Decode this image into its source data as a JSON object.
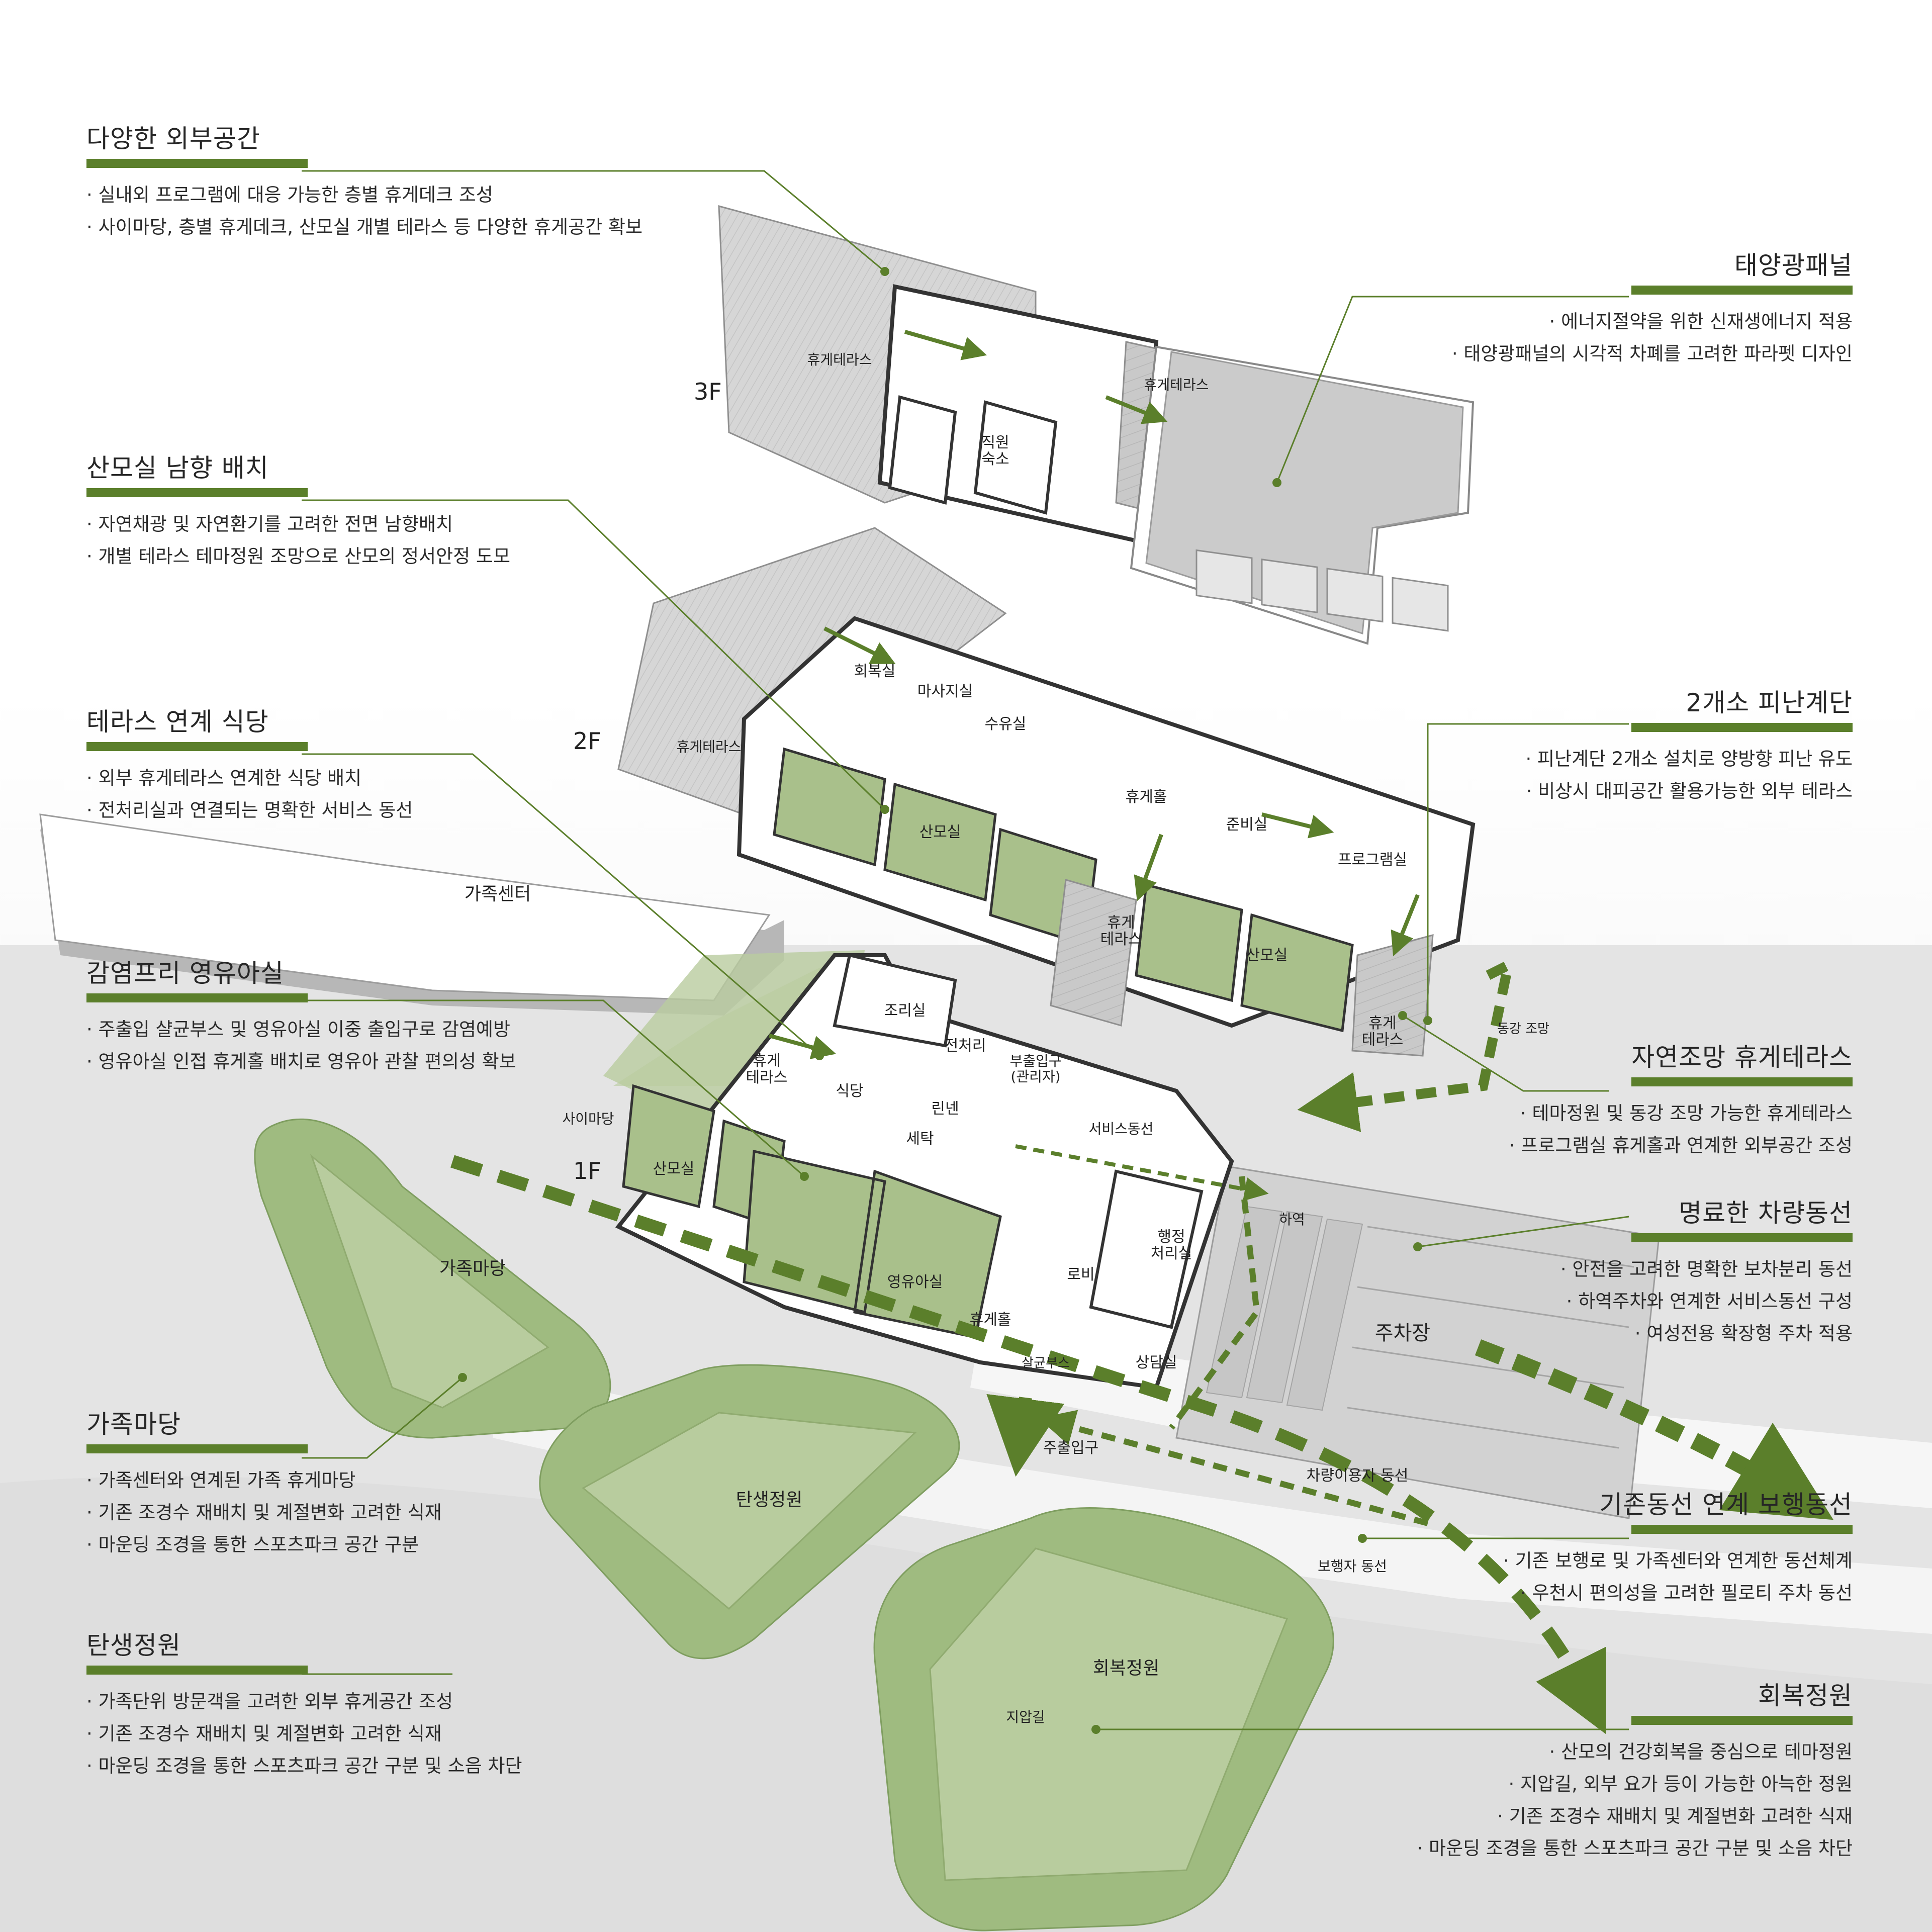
{
  "blocks": [
    {
      "title": "다양한 외부공간",
      "items": [
        "실내외 프로그램에 대응 가능한 층별 휴게데크 조성",
        "사이마당, 층별 휴게데크, 산모실 개별 테라스 등 다양한 휴게공간 확보"
      ]
    },
    {
      "title": "산모실 남향 배치",
      "items": [
        "자연채광 및 자연환기를 고려한 전면 남향배치",
        "개별 테라스 테마정원 조망으로 산모의 정서안정 도모"
      ]
    },
    {
      "title": "테라스 연계 식당",
      "items": [
        "외부 휴게테라스 연계한 식당 배치",
        "전처리실과 연결되는 명확한 서비스 동선"
      ]
    },
    {
      "title": "감염프리 영유아실",
      "items": [
        "주출입 샬균부스 및 영유아실 이중 출입구로 감염예방",
        "영유아실 인접 휴게홀 배치로 영유아 관찰 편의성 확보"
      ]
    },
    {
      "title": "가족마당",
      "items": [
        "가족센터와 연계된 가족 휴게마당",
        "기존 조경수 재배치 및 계절변화 고려한 식재",
        "마운딩 조경을 통한 스포츠파크 공간 구분"
      ]
    },
    {
      "title": "탄생정원",
      "items": [
        "가족단위 방문객을 고려한 외부 휴게공간 조성",
        "기존 조경수 재배치 및 계절변화 고려한 식재",
        "마운딩 조경을 통한 스포츠파크 공간 구분 및 소음 차단"
      ]
    },
    {
      "title": "태양광패널",
      "items": [
        "에너지절약을 위한 신재생에너지 적용",
        "태양광패널의 시각적 차폐를 고려한 파라펫 디자인"
      ]
    },
    {
      "title": "2개소 피난계단",
      "items": [
        "피난계단 2개소 설치로 양방향 피난 유도",
        "비상시 대피공간 활용가능한 외부 테라스"
      ]
    },
    {
      "title": "자연조망 휴게테라스",
      "items": [
        "테마정원 및 동강 조망 가능한 휴게테라스",
        "프로그램실 휴게홀과 연계한 외부공간 조성"
      ]
    },
    {
      "title": "명료한 차량동선",
      "items": [
        "안전을 고려한 명확한 보차분리 동선",
        "하역주차와 연계한 서비스동선 구성",
        "여성전용 확장형 주차 적용"
      ]
    },
    {
      "title": "기존동선 연계 보행동선",
      "items": [
        "기존 보행로 및 가족센터와 연계한 동선체계",
        "우천시 편의성을 고려한 필로티 주차 동선"
      ]
    },
    {
      "title": "회복정원",
      "items": [
        "산모의 건강회복을 중심으로 테마정원",
        "지압길, 외부 요가 등이 가능한 아늑한 정원",
        "기존 조경수 재배치 및 계절변화 고려한 식재",
        "마운딩 조경을 통한 스포츠파크 공간 구분 및 소음 차단"
      ]
    }
  ],
  "floors": {
    "f3": "3F",
    "f2": "2F",
    "f1": "1F"
  },
  "labels": [
    {
      "text": "휴게테라스"
    },
    {
      "text": "휴게테라스"
    },
    {
      "text": "직원\n숙소"
    },
    {
      "text": "휴게테라스"
    },
    {
      "text": "회복실"
    },
    {
      "text": "마사지실"
    },
    {
      "text": "수유실"
    },
    {
      "text": "휴게홀"
    },
    {
      "text": "준비실"
    },
    {
      "text": "프로그램실"
    },
    {
      "text": "산모실"
    },
    {
      "text": "휴게\n테라스"
    },
    {
      "text": "산모실"
    },
    {
      "text": "휴게\n테라스"
    },
    {
      "text": "동강 조망"
    },
    {
      "text": "가족센터"
    },
    {
      "text": "조리실"
    },
    {
      "text": "전처리"
    },
    {
      "text": "휴게\n테라스"
    },
    {
      "text": "식당"
    },
    {
      "text": "린넨"
    },
    {
      "text": "세탁"
    },
    {
      "text": "부출입구\n(관리자)"
    },
    {
      "text": "사이마당"
    },
    {
      "text": "서비스동선"
    },
    {
      "text": "산모실"
    },
    {
      "text": "영유아실"
    },
    {
      "text": "휴게홀"
    },
    {
      "text": "로비"
    },
    {
      "text": "행정\n처리실"
    },
    {
      "text": "상담실"
    },
    {
      "text": "살균부스"
    },
    {
      "text": "주출입구"
    },
    {
      "text": "하역"
    },
    {
      "text": "주차장"
    },
    {
      "text": "차량이용자 동선"
    },
    {
      "text": "보행자 동선"
    },
    {
      "text": "가족마당"
    },
    {
      "text": "탄생정원"
    },
    {
      "text": "회복정원"
    },
    {
      "text": "지압길"
    }
  ],
  "colors": {
    "accent": "#5b7f2b",
    "garden": "#a9c08b",
    "paving": "#dcdcdc",
    "wall": "#3a3a3a"
  }
}
